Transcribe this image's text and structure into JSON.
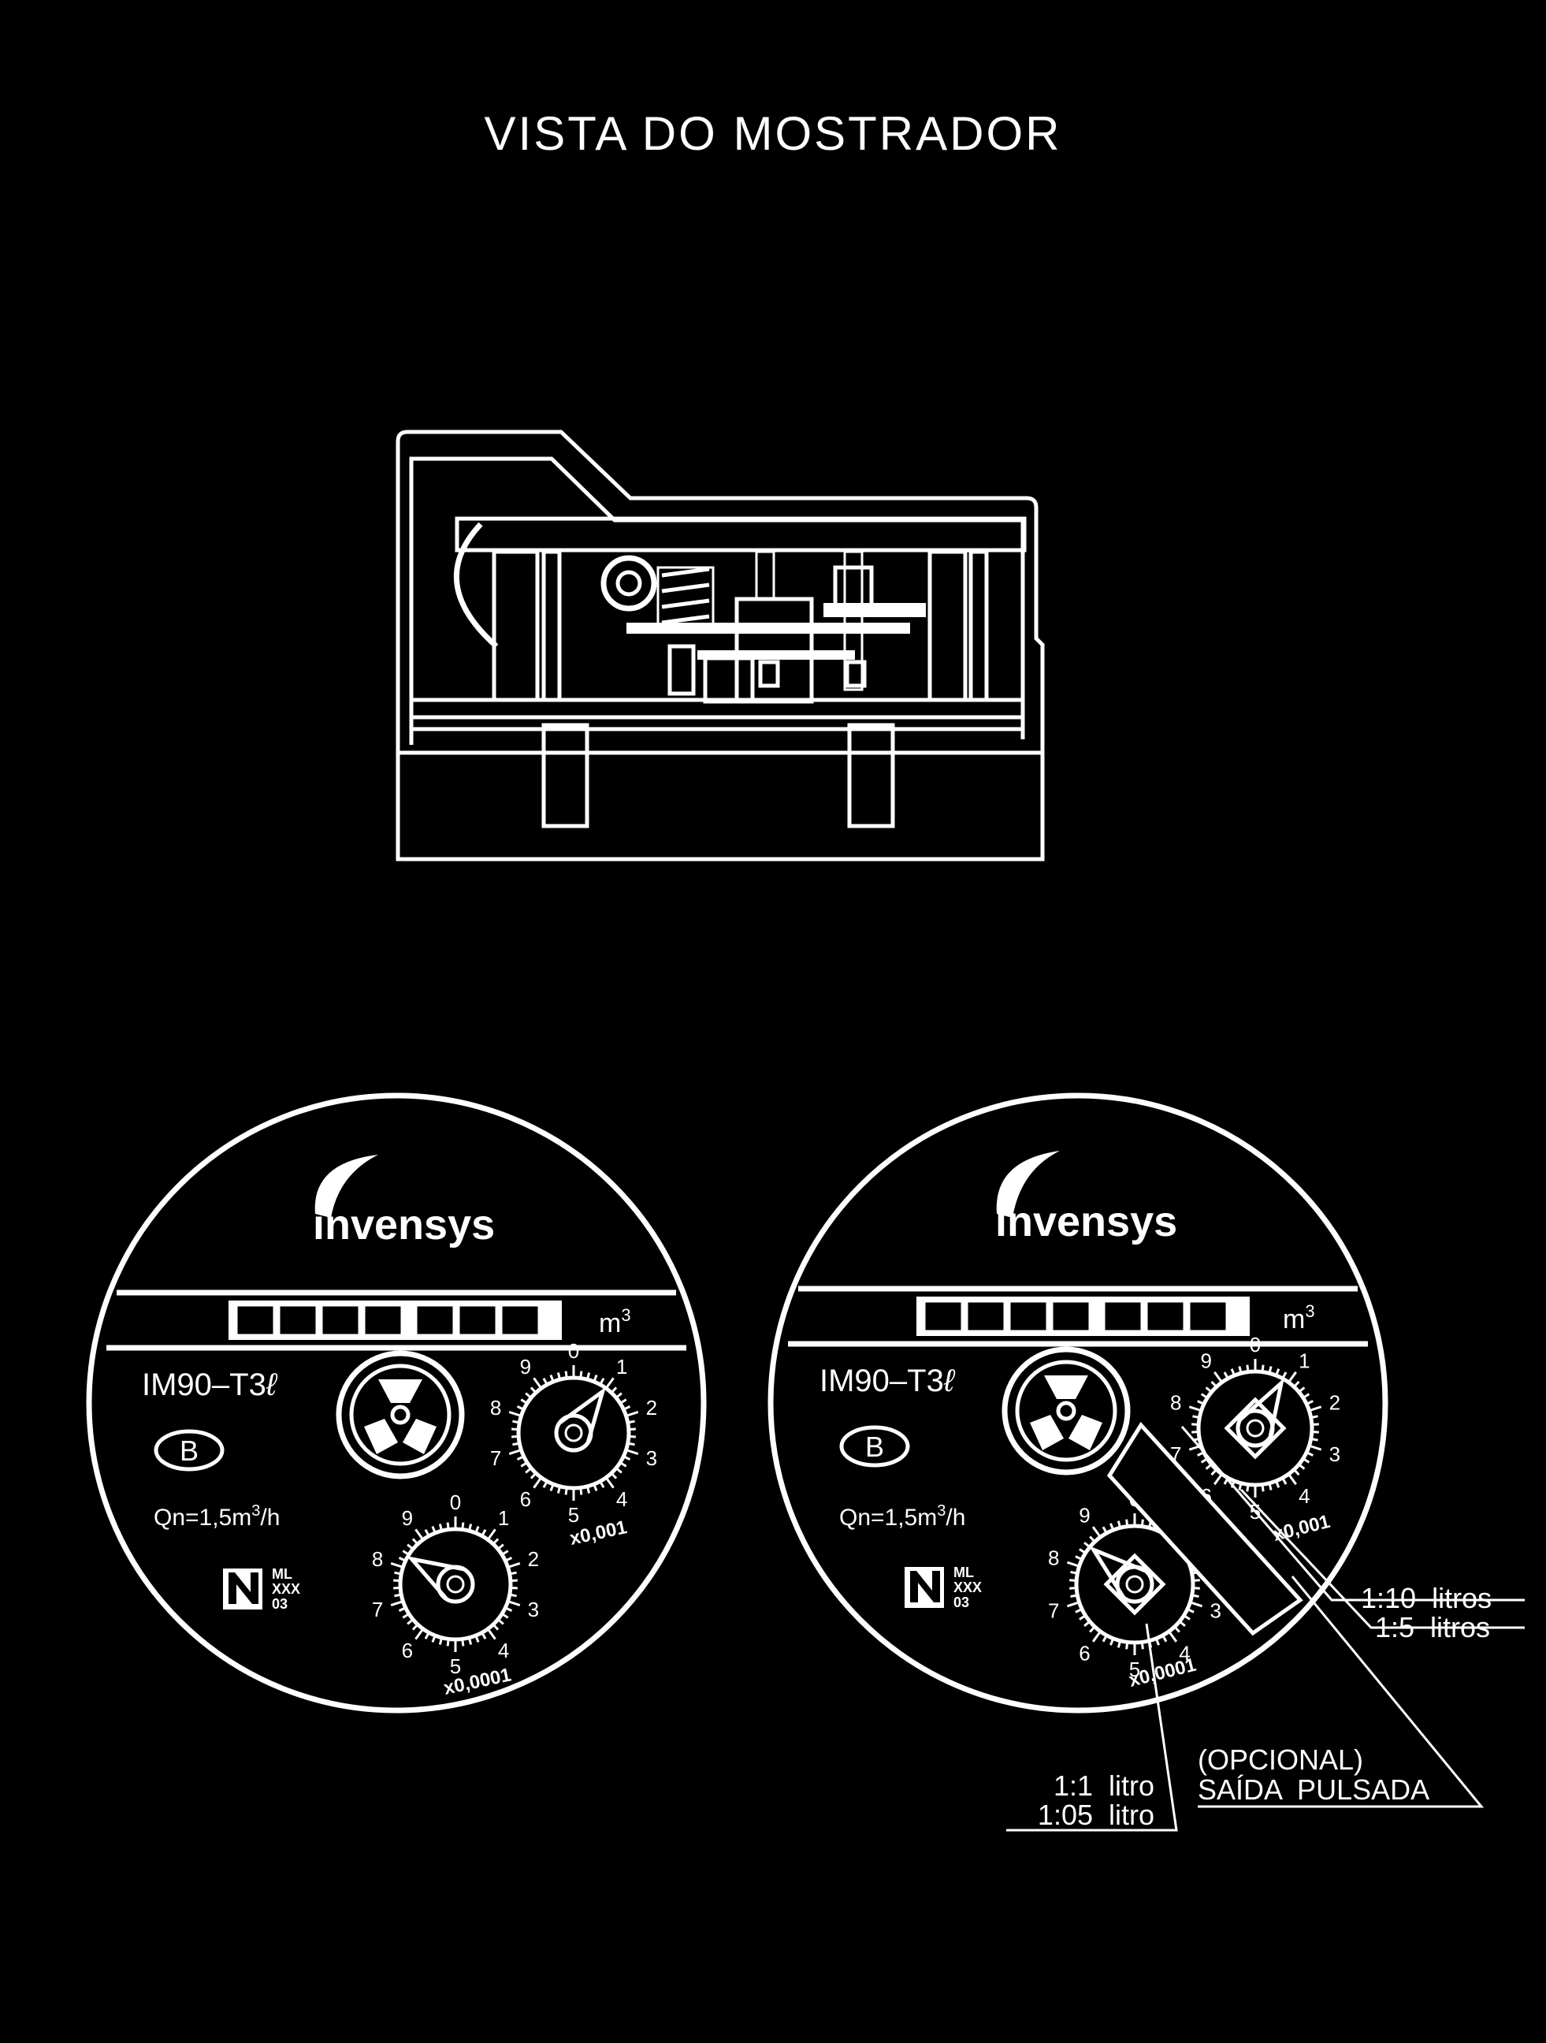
{
  "title": "VISTA DO MOSTRADOR",
  "dial_left": {
    "brand": "invensys",
    "unit": "m",
    "unit_exp": "3",
    "model": "IM90–T3",
    "model_suffix": "ℓ",
    "class": "B",
    "flow": "Qn=1,5m",
    "flow_exp": "3",
    "flow_unit": "/h",
    "cert": [
      "ML",
      "XXX",
      "03"
    ],
    "dial_small_numbers": [
      "0",
      "1",
      "2",
      "3",
      "4",
      "5",
      "6",
      "7",
      "8",
      "9"
    ],
    "dial_small_multiplier": "x0,001",
    "dial_large_numbers": [
      "0",
      "1",
      "2",
      "3",
      "4",
      "5",
      "6",
      "7",
      "8",
      "9"
    ],
    "dial_large_multiplier": "x0,0001"
  },
  "dial_right": {
    "brand": "invensys",
    "unit": "m",
    "unit_exp": "3",
    "model": "IM90–T3",
    "model_suffix": "ℓ",
    "class": "B",
    "flow": "Qn=1,5m",
    "flow_exp": "3",
    "flow_unit": "/h",
    "cert": [
      "ML",
      "XXX",
      "03"
    ],
    "dial_small_multiplier": "x0,001",
    "dial_large_multiplier": "x0,0001"
  },
  "annotations": {
    "ratio_a1": "1:10  litros",
    "ratio_a2": "1:5  litros",
    "ratio_b1": "1:1  litro",
    "ratio_b2": "1:05  litro",
    "optional": "(OPCIONAL)",
    "pulsed_output": "SAÍDA  PULSADA"
  }
}
